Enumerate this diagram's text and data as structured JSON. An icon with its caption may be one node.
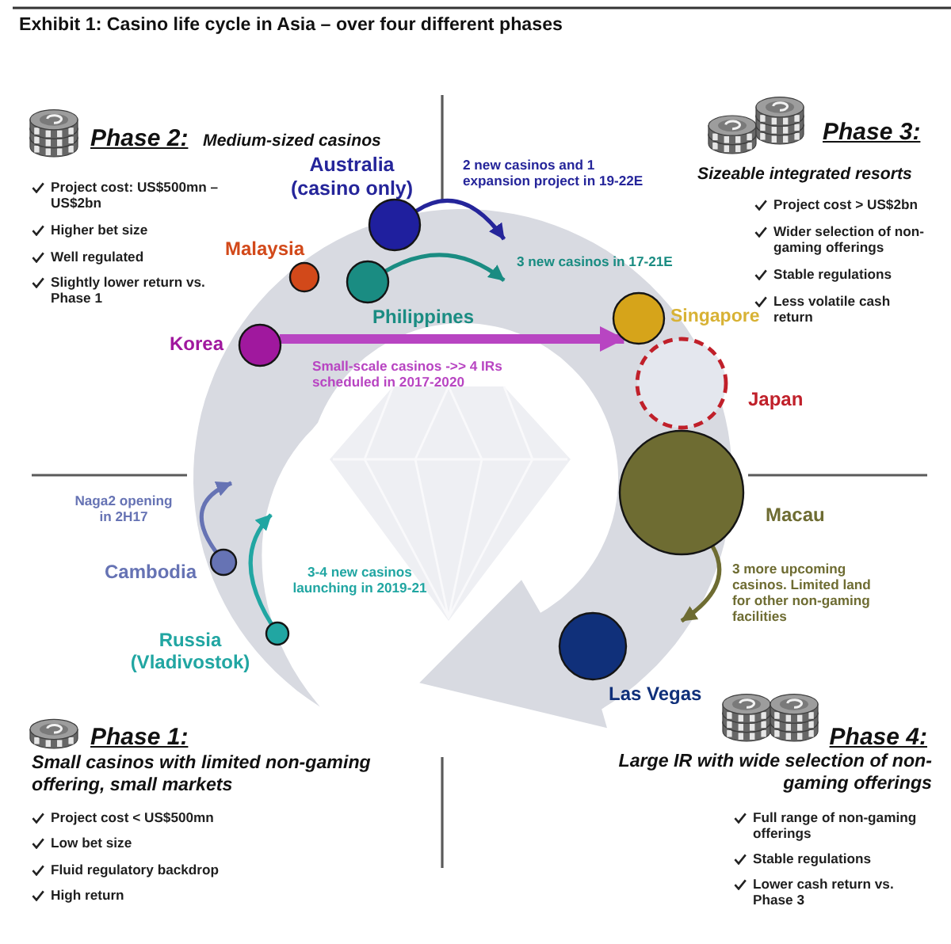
{
  "diagram": {
    "title": "Exhibit 1: Casino life cycle in Asia – over four different phases",
    "nodes": [
      {
        "text": [],
        "shape": "circle",
        "beside": [
          "Australia (casino only)"
        ]
      },
      {
        "text": [],
        "shape": "circle",
        "beside": [
          "Malaysia"
        ]
      },
      {
        "text": [],
        "shape": "circle",
        "beside": [
          "Philippines"
        ]
      },
      {
        "text": [],
        "shape": "circle",
        "beside": [
          "Korea"
        ]
      },
      {
        "text": [],
        "shape": "circle",
        "beside": [
          "Singapore"
        ]
      },
      {
        "text": [],
        "shape": "circle",
        "beside": [
          "Japan"
        ]
      },
      {
        "text": [],
        "shape": "circle",
        "beside": [
          "Macau"
        ]
      },
      {
        "text": [],
        "shape": "circle",
        "beside": [
          "Cambodia"
        ]
      },
      {
        "text": [],
        "shape": "circle",
        "beside": [
          "Russia (Vladivostok)"
        ]
      },
      {
        "text": [],
        "shape": "circle",
        "beside": [
          "Las Vegas"
        ]
      }
    ],
    "edges": [
      {
        "from": 0,
        "to": null,
        "arrow": "to",
        "label": "2 new casinos and 1 expansion project in 19-22E",
        "color": "#25259a"
      },
      {
        "from": 2,
        "to": null,
        "arrow": "to",
        "label": "3 new casinos in 17-21E",
        "color": "#1a8c82"
      },
      {
        "from": 3,
        "to": 4,
        "arrow": "to",
        "label": "Small-scale casinos ->> 4 IRs scheduled in 2017-2020",
        "style": "thick",
        "color": "#b845c2"
      },
      {
        "from": 6,
        "to": null,
        "arrow": "to",
        "label": "3 more upcoming casinos. Limited land for other non-gaming facilities",
        "color": "#6e6c32"
      },
      {
        "from": 7,
        "to": null,
        "arrow": "to",
        "label": "Naga2 opening in 2H17",
        "color": "#6673b4"
      },
      {
        "from": 8,
        "to": null,
        "arrow": "to",
        "label": "3-4 new casinos launching in 2019-21",
        "color": "#21a6a2"
      }
    ],
    "labels": [
      "Phase 2:",
      "Medium-sized casinos",
      "Project cost: US$500mn – US$2bn",
      "Higher bet size",
      "Well regulated",
      "Slightly lower return vs. Phase 1",
      "Phase 3:",
      "Sizeable integrated resorts",
      "Project cost > US$2bn",
      "Wider selection of non-gaming offerings",
      "Stable regulations",
      "Less volatile cash return",
      "Phase 1:",
      "Small casinos with limited non-gaming offering, small markets",
      "Project cost < US$500mn",
      "Low bet size",
      "Fluid regulatory backdrop",
      "High return",
      "Phase 4:",
      "Large IR with wide selection of non-gaming offerings",
      "Full range of non-gaming offerings",
      "Stable regulations",
      "Lower cash return vs. Phase 3"
    ]
  }
}
